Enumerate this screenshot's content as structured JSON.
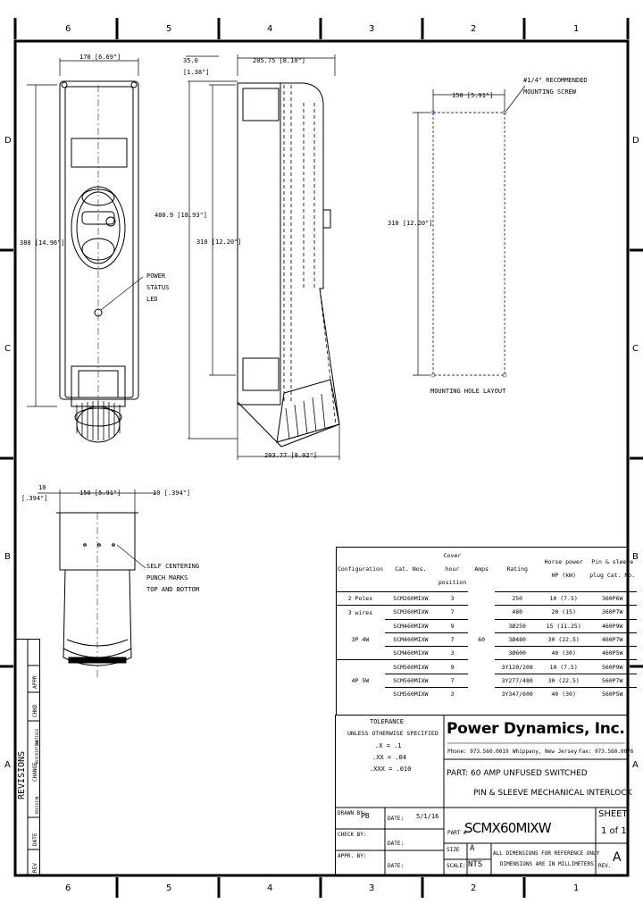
{
  "border": {
    "col_labels": [
      "6",
      "5",
      "4",
      "3",
      "2",
      "1"
    ],
    "row_labels": [
      "D",
      "C",
      "B",
      "A"
    ]
  },
  "front_view": {
    "width_dim": "170 [6.69\"]",
    "height_dim": "380 [14.96\"]",
    "led_note": [
      "POWER",
      "STATUS",
      "LED"
    ]
  },
  "side_view": {
    "top_dim": [
      "35.0",
      "[1.38\"]"
    ],
    "depth_top_dim": "205.75 [8.10\"]",
    "height_outer_dim": "480.9 [18.93\"]",
    "height_inner_dim": "310 [12.20\"]",
    "depth_bottom_dim": "203.77 [8.02\"]"
  },
  "mounting": {
    "width_dim": "150 [5.91\"]",
    "height_dim": "310 [12.20\"]",
    "screw_note": [
      "#1/4\" RECOMMENDED",
      "MOUNTING SCREW"
    ],
    "layout_label": "MOUNTING HOLE LAYOUT"
  },
  "bottom_view": {
    "left_dim": [
      "10",
      "[.394\"]"
    ],
    "width_dim": "150 [5.91\"]",
    "right_dim": "10 [.394\"]",
    "note": [
      "SELF CENTERING",
      "PUNCH MARKS",
      "TOP AND BOTTOM"
    ]
  },
  "revisions": {
    "title": "REVISIONS",
    "headers": [
      "REV",
      "DATE",
      "CHANGE",
      "CHKD",
      "APPR"
    ],
    "sub": [
      "REVISION",
      "DESCRIPTION",
      "INITIALS"
    ]
  },
  "spec_table": {
    "headers": [
      "Configuration",
      "Cat. Nos.",
      "Cover hour position",
      "Amps",
      "Rating",
      "Horse power HP (kW)",
      "Pin & sleeve plug Cat. No."
    ],
    "rows": [
      [
        "2 Poles",
        "SCM260MIXW",
        "3",
        "",
        "250",
        "10 (7.5)",
        "360P6W"
      ],
      [
        "3 wires",
        "SCM360MIXW",
        "7",
        "",
        "480",
        "20 (15)",
        "360P7W"
      ],
      [
        "",
        "SCM460MIXW",
        "9",
        "",
        "3Ø250",
        "15 (11.25)",
        "460P9W"
      ],
      [
        "3P 4W",
        "SCM460MIXW",
        "7",
        "60",
        "3Ø480",
        "30 (22.5)",
        "460P7W"
      ],
      [
        "",
        "SCM460MIXW",
        "3",
        "",
        "3Ø600",
        "40 (30)",
        "460P5W"
      ],
      [
        "",
        "SCM560MIXW",
        "9",
        "",
        "3Y120/208",
        "10 (7.5)",
        "560P9W"
      ],
      [
        "4P 5W",
        "SCM560MIXW",
        "7",
        "",
        "3Y277/480",
        "30 (22.5)",
        "560P7W"
      ],
      [
        "",
        "SCM560MIXW",
        "3",
        "",
        "3Y347/600",
        "40 (30)",
        "560P5W"
      ]
    ]
  },
  "tolerance": {
    "title": "TOLERANCE",
    "sub": "UNLESS OTHERWISE SPECIFIED",
    "lines": [
      ".X = .1",
      ".XX = .04",
      ".XXX = .010"
    ]
  },
  "title_block": {
    "company": "Power Dynamics, Inc.",
    "phone": "Phone: 973.560.0019",
    "city": "Whippany, New Jersey",
    "fax": "Fax: 973.560.0076",
    "part_line1": "PART: 60 AMP UNFUSED SWITCHED",
    "part_line2": "PIN & SLEEVE MECHANICAL INTERLOCK",
    "part_label": "PART #",
    "part_number": "SCMX60MIXW",
    "sheet_label": "SHEET",
    "sheet_value": "1 of 1",
    "drawn_label": "DRAWN BY:",
    "drawn_value": "PB",
    "date_label": "DATE:",
    "drawn_date": "5/1/16",
    "check_label": "CHECK BY:",
    "appr_label": "APPR. BY:",
    "size_label": "SIZE",
    "size_value": "A",
    "scale_label": "SCALE:",
    "scale_value": "NTS",
    "note_line1": "ALL DIMENSIONS FOR REFERENCE ONLY",
    "note_line2": "DIMENSIONS ARE IN MILLIMETERS",
    "rev_label": "REV.",
    "rev_value": "A"
  }
}
